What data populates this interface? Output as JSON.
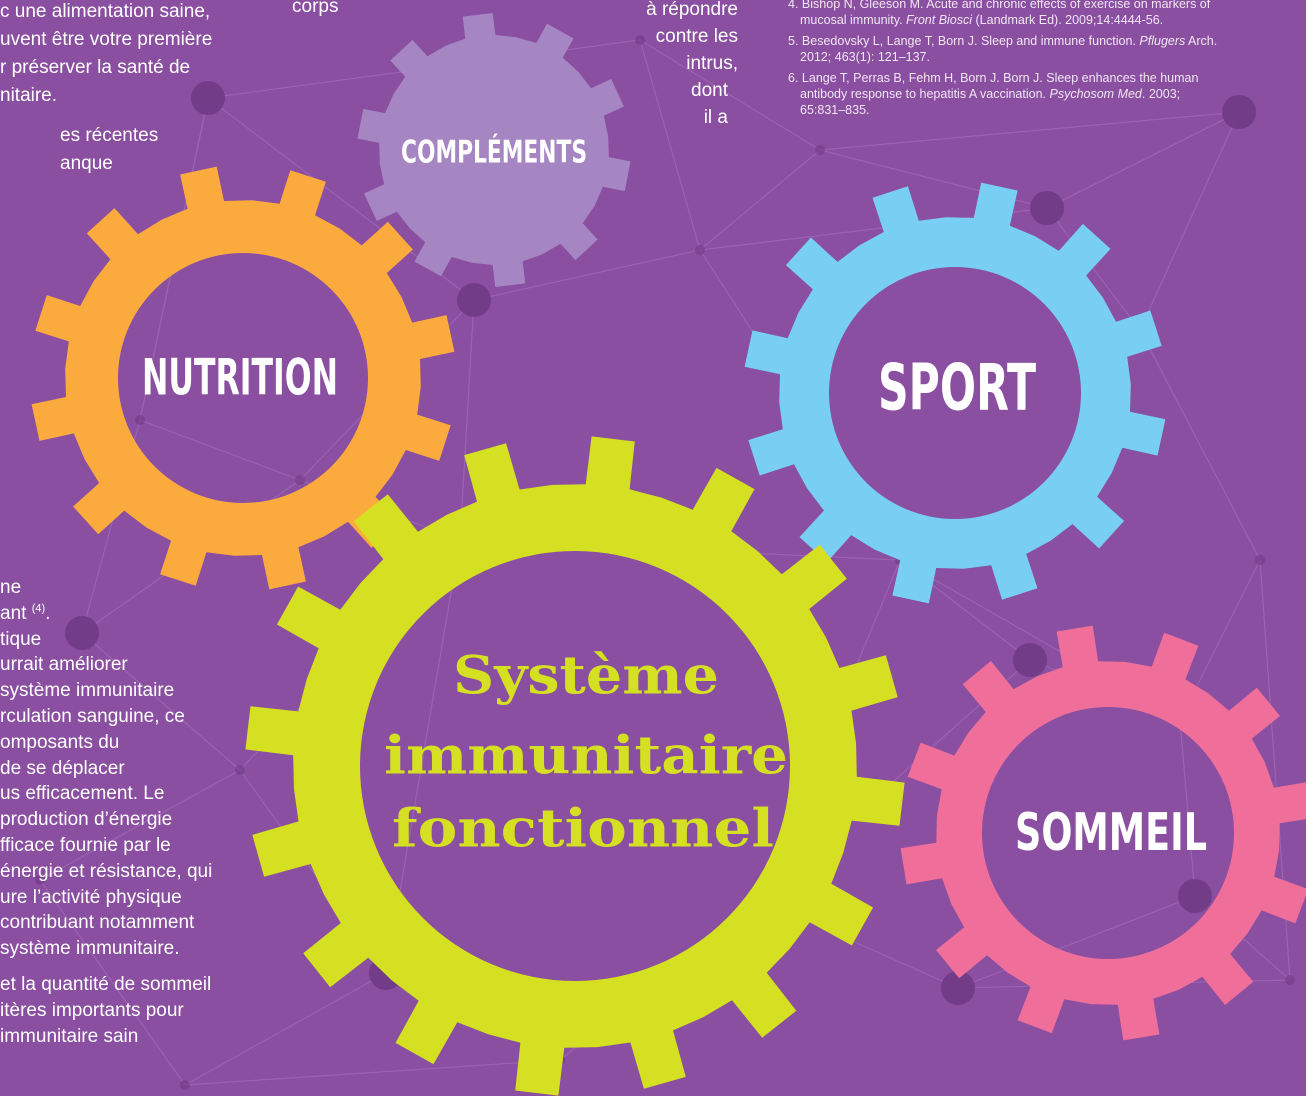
{
  "colors": {
    "background": "#8a4fa0",
    "network_line": "#9a63b0",
    "network_node": "#6f3a85",
    "nutrition_gear": "#fbab3e",
    "complements_gear": "#a586c2",
    "sport_gear": "#79cff3",
    "sommeil_gear": "#ef6f9a",
    "systeme_gear": "#d4e021",
    "gear_hub": "#8a4fa0",
    "center_text": "#d4e021"
  },
  "gears": {
    "complements": {
      "label": "COMPLÉMENTS",
      "icon": "gear-icon"
    },
    "nutrition": {
      "label": "NUTRITION",
      "icon": "gear-icon"
    },
    "sport": {
      "label": "SPORT",
      "icon": "gear-icon"
    },
    "sommeil": {
      "label": "SOMMEIL",
      "icon": "gear-icon"
    },
    "systeme": {
      "lines": [
        "Système",
        "immunitaire",
        "fonctionnel"
      ],
      "icon": "gear-icon"
    }
  },
  "intro_text": {
    "lines": [
      "c une alimentation saine,",
      "uvent être votre première",
      "r préserver la santé de",
      "nitaire."
    ],
    "lines2": [
      "es récentes",
      "anque"
    ]
  },
  "corps_text": "corps",
  "intrus_text": {
    "lines": [
      "à répondre",
      "contre les",
      "intrus,",
      "dont",
      "il a"
    ]
  },
  "references": [
    {
      "number": "4.",
      "first": "Bishop N, Gleeson M. Acute and chronic effects of exercise on markers of",
      "second_pre": "mucosal immunity. ",
      "second_em": "Front Biosci",
      "second_post": " (Landmark Ed). 2009;14:4444-56."
    },
    {
      "number": "5.",
      "first_pre": "Besedovsky L, Lange T, Born J. Sleep and immune function. ",
      "first_em": "Pflugers",
      "first_post": " Arch.",
      "second": "2012; 463(1): 121–137."
    },
    {
      "number": "6.",
      "first": "Lange T, Perras B, Fehm H, Born J. Born J. Sleep enhances the human",
      "second_pre": "antibody response to hepatitis A vaccination. ",
      "second_em": "Psychosom Med",
      "second_post": ". 2003;",
      "third": "65:831–835."
    }
  ],
  "body_text": {
    "lines": [
      "ne",
      "ant",
      "tique",
      "urrait améliorer",
      "système immunitaire",
      "rculation sanguine, ce",
      "omposants du",
      "de se déplacer",
      "us efficacement. Le",
      "production d’énergie",
      "fficace fournie par le",
      "énergie et résistance, qui",
      "ure l’activité physique",
      "contribuant notamment",
      "système immunitaire."
    ],
    "sup": "(4)",
    "lines2": [
      "et la quantité de sommeil",
      "itères importants pour",
      "immunitaire sain"
    ]
  }
}
